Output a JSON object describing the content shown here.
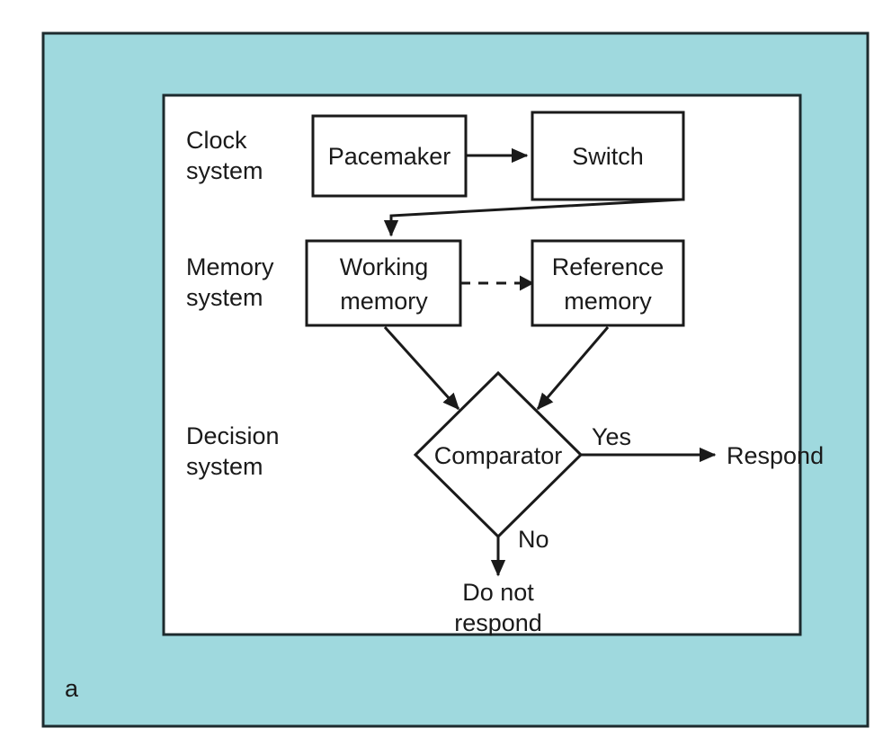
{
  "figure": {
    "panel_letter": "a",
    "background_color": "#9fd9de",
    "inner_panel_color": "#ffffff",
    "stroke_color": "#1a1a1a"
  },
  "system_labels": [
    {
      "line1": "Clock",
      "line2": "system"
    },
    {
      "line1": "Memory",
      "line2": "system"
    },
    {
      "line1": "Decision",
      "line2": "system"
    }
  ],
  "nodes": {
    "pacemaker": {
      "label": "Pacemaker",
      "shape": "rect"
    },
    "switch": {
      "label": "Switch",
      "shape": "rect"
    },
    "working_memory": {
      "line1": "Working",
      "line2": "memory",
      "shape": "rect"
    },
    "reference_memory": {
      "line1": "Reference",
      "line2": "memory",
      "shape": "rect"
    },
    "comparator": {
      "label": "Comparator",
      "shape": "diamond"
    }
  },
  "terminals": {
    "respond": "Respond",
    "do_not_respond_line1": "Do not",
    "do_not_respond_line2": "respond"
  },
  "edge_labels": {
    "yes": "Yes",
    "no": "No"
  }
}
